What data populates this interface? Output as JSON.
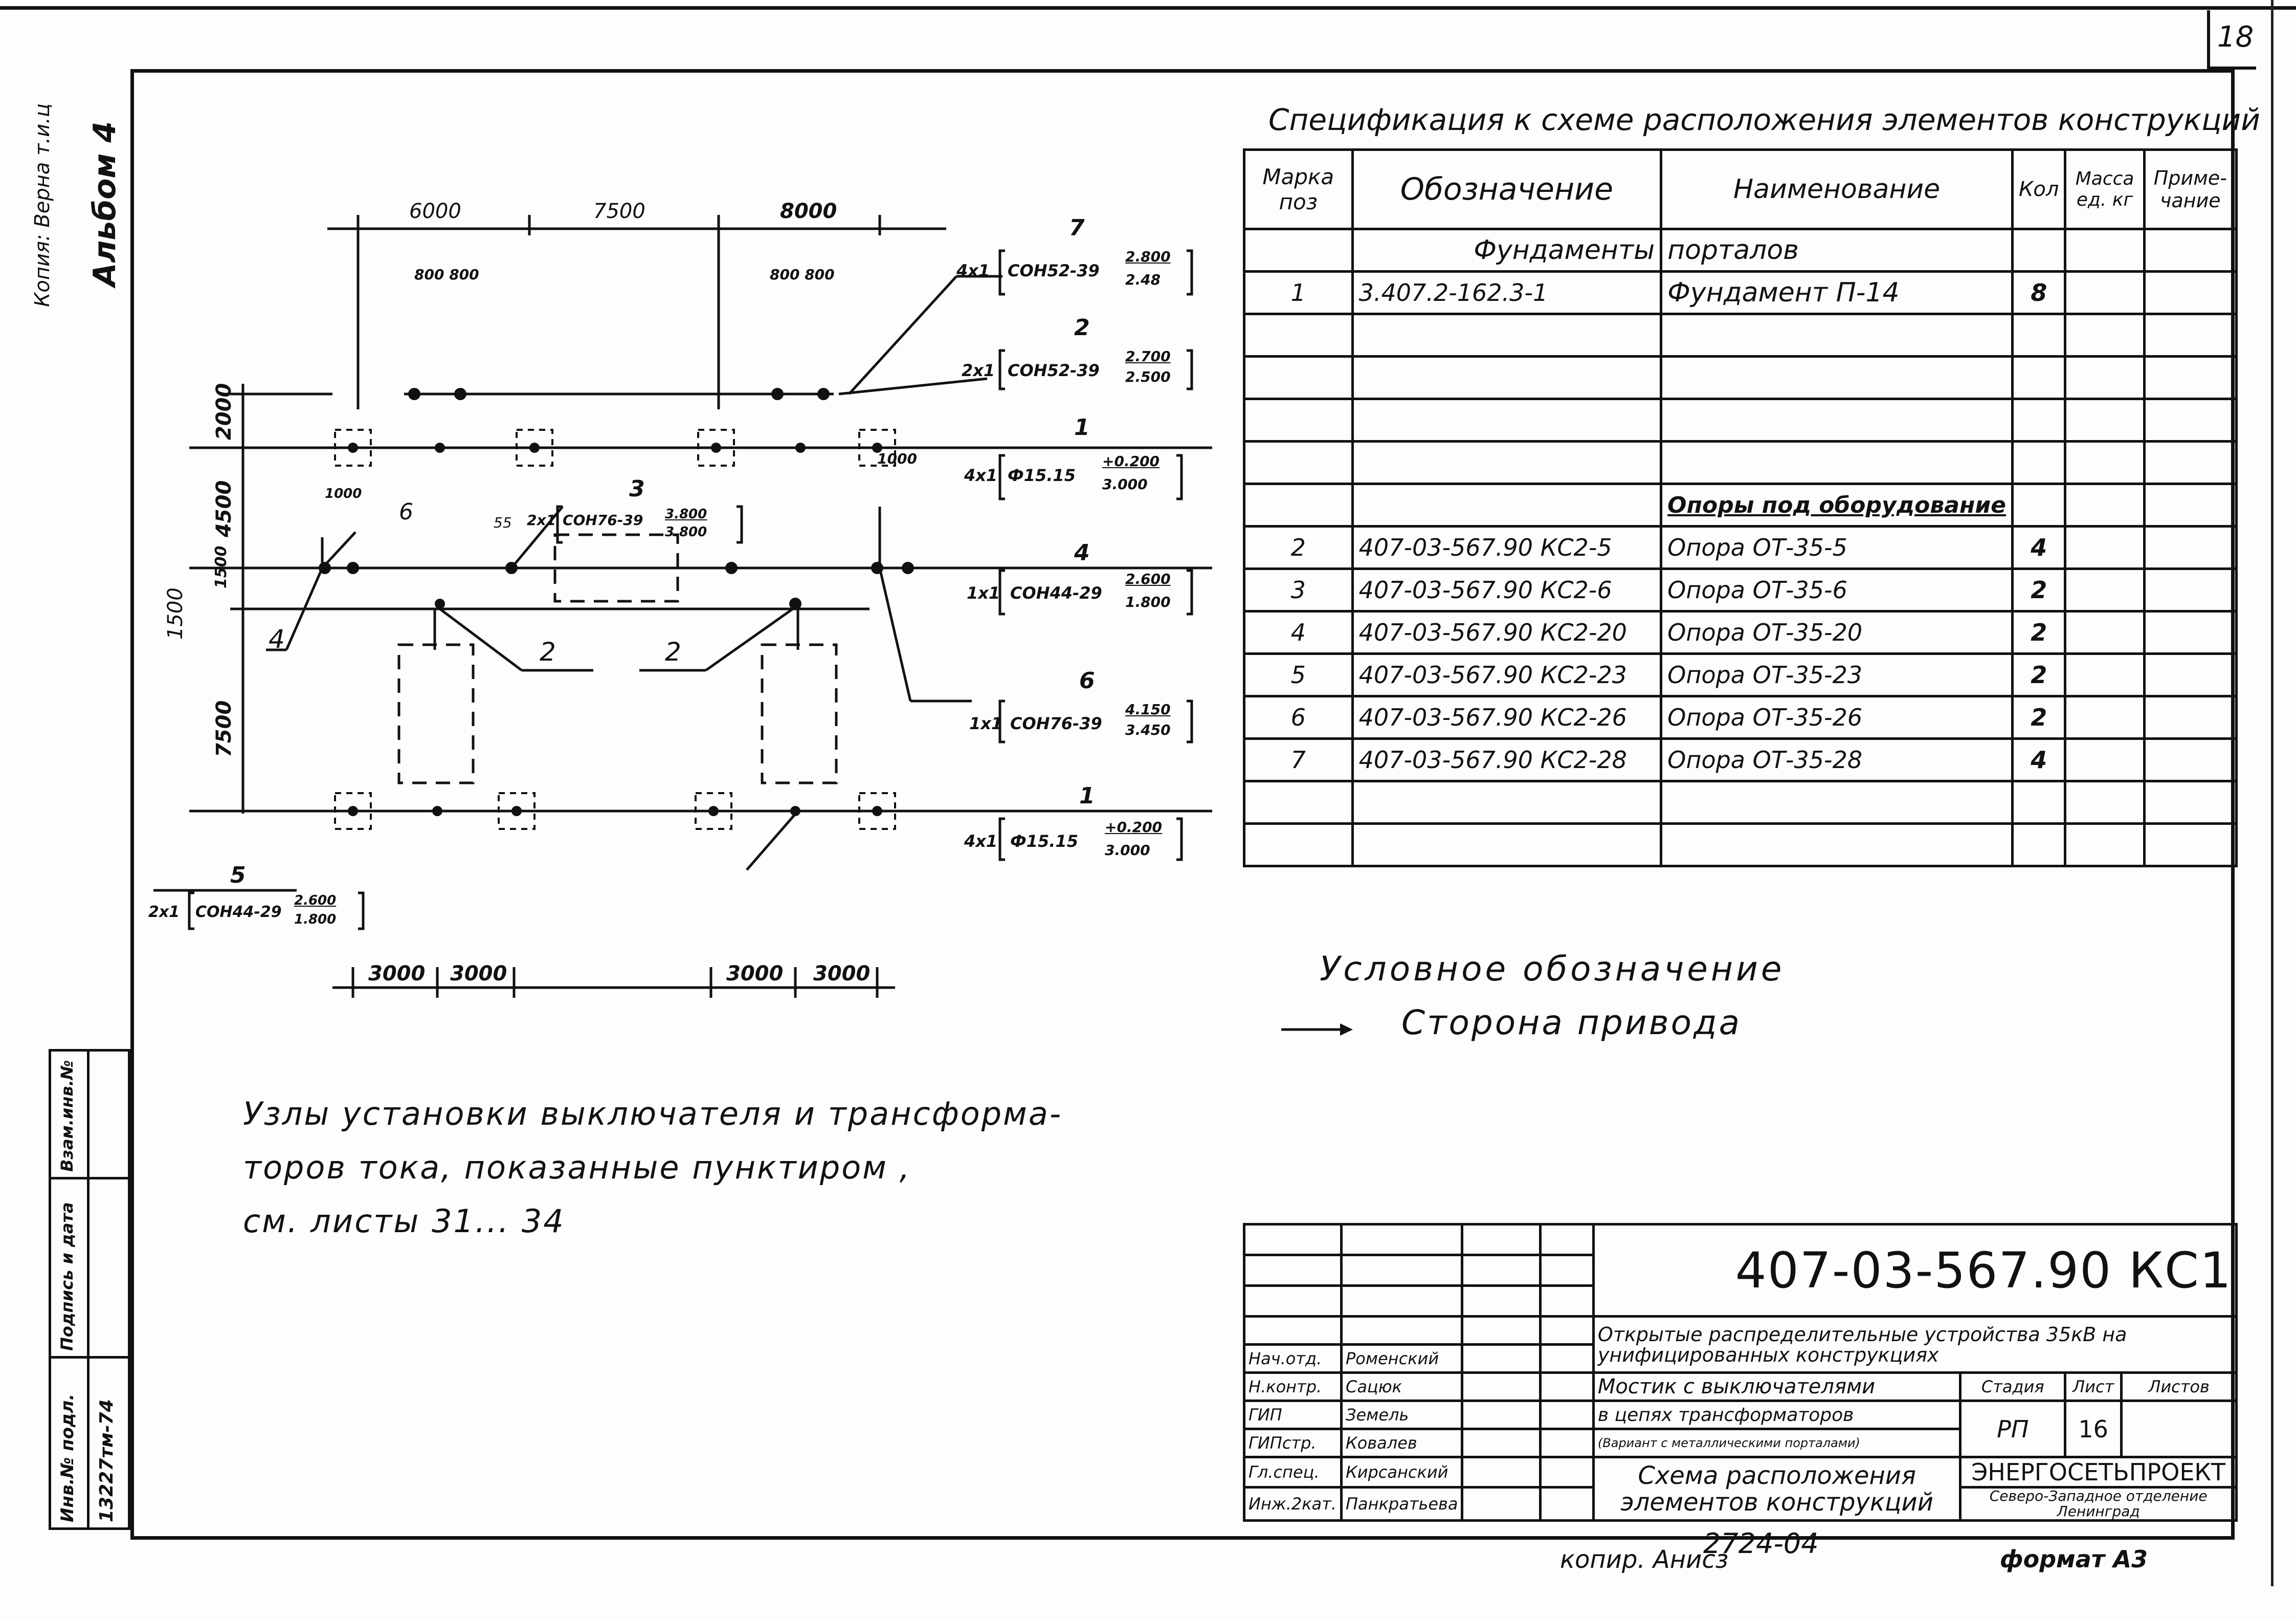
{
  "sheet_number": "18",
  "margin": {
    "album": "Альбом 4",
    "copy_note": "Копия: Верна т.и.ц",
    "inv_podl_label": "Инв.№ подл.",
    "inv_podl_value": "13227тм-74",
    "podpis_label": "Подпись и дата",
    "vzam_label": "Взам.инв.№"
  },
  "spec": {
    "title": "Спецификация к схеме расположения элементов конструкций",
    "headers": {
      "marka": "Марка поз",
      "oboznachenie": "Обозначение",
      "naimenovanie": "Наименование",
      "kol": "Кол",
      "massa": "Масса ед. кг",
      "primechanie": "Приме-чание"
    },
    "section1_a": "Фундаменты",
    "section1_b": "порталов",
    "rows": [
      {
        "mark": "1",
        "designation": "3.407.2-162.3-1",
        "name": "Фундамент П-14",
        "qty": "8"
      },
      {
        "mark": "2",
        "designation": "407-03-567.90 КС2-5",
        "name": "Опора ОТ-35-5",
        "qty": "4"
      },
      {
        "mark": "3",
        "designation": "407-03-567.90 КС2-6",
        "name": "Опора ОТ-35-6",
        "qty": "2"
      },
      {
        "mark": "4",
        "designation": "407-03-567.90 КС2-20",
        "name": "Опора ОТ-35-20",
        "qty": "2"
      },
      {
        "mark": "5",
        "designation": "407-03-567.90 КС2-23",
        "name": "Опора ОТ-35-23",
        "qty": "2"
      },
      {
        "mark": "6",
        "designation": "407-03-567.90 КС2-26",
        "name": "Опора ОТ-35-26",
        "qty": "2"
      },
      {
        "mark": "7",
        "designation": "407-03-567.90 КС2-28",
        "name": "Опора ОТ-35-28",
        "qty": "4"
      }
    ],
    "section2": "Опоры под оборудование"
  },
  "legend": {
    "title": "Условное обозначение",
    "arrow_text": "Сторона привода"
  },
  "note": {
    "line1": "Узлы установки выключателя и трансформа-",
    "line2": "торов тока, показанные пунктиром ,",
    "line3": "см. листы 31... 34"
  },
  "drawing": {
    "dims_top": [
      "6000",
      "7500",
      "8000"
    ],
    "dims_sub_left": "800 800",
    "dims_sub_right": "800 800",
    "dims_left": [
      "2000",
      "4500",
      "1500",
      "7500"
    ],
    "dim_1500": "1500",
    "dims_bottom": [
      "3000",
      "3000",
      "3000",
      "3000"
    ],
    "dim_1000_left": "1000",
    "dim_1000_right": "1000",
    "dim_55": "55",
    "callouts": [
      {
        "mark": "7",
        "qty": "4х1",
        "code": "СОН52-39",
        "top": "2.800",
        "bottom": "2.48"
      },
      {
        "mark": "2",
        "qty": "2х1",
        "code": "СОН52-39",
        "top": "2.700",
        "bottom": "2.500"
      },
      {
        "mark": "1",
        "qty": "4х1",
        "code": "Ф15.15",
        "top": "+0.200",
        "bottom": "3.000"
      },
      {
        "mark": "4",
        "qty": "1х1",
        "code": "СОН44-29",
        "top": "2.600",
        "bottom": "1.800"
      },
      {
        "mark": "6",
        "qty": "1х1",
        "code": "СОН76-39",
        "top": "4.150",
        "bottom": "3.450"
      },
      {
        "mark": "1",
        "qty": "4х1",
        "code": "Ф15.15",
        "top": "+0.200",
        "bottom": "3.000"
      },
      {
        "mark": "5",
        "qty": "2х1",
        "code": "СОН44-29",
        "top": "2.600",
        "bottom": "1.800"
      },
      {
        "mark": "3",
        "qty": "2х1",
        "code": "СОН76-39",
        "top": "3.800",
        "bottom": "3.800"
      }
    ],
    "leader_marks": {
      "m4": "4",
      "m6": "6",
      "m2a": "2",
      "m2b": "2"
    }
  },
  "title_block": {
    "doc_code": "407-03-567.90 КС1",
    "project": "Открытые распределительные устройства 35кВ на унифицированных конструкциях",
    "object_line1": "Мостик с выключателями",
    "object_line2": "в цепях трансформаторов",
    "object_line3": "(Вариант с металлическими порталами)",
    "sheet_title": "Схема расположения элементов конструкций",
    "stage_label": "Стадия",
    "list_label": "Лист",
    "listov_label": "Листов",
    "stage": "РП",
    "list": "16",
    "org_line1": "ЭНЕРГОСЕТЬПРОЕКТ",
    "org_line2": "Северо-Западное отделение",
    "org_line3": "Ленинград",
    "people": [
      {
        "role": "Нач.отд.",
        "name": "Роменский"
      },
      {
        "role": "Н.контр.",
        "name": "Сацюк"
      },
      {
        "role": "ГИП",
        "name": "Земель"
      },
      {
        "role": "ГИПстр.",
        "name": "Ковалев"
      },
      {
        "role": "Гл.спец.",
        "name": "Кирсанский"
      },
      {
        "role": "Инж.2кат.",
        "name": "Панкратьева"
      }
    ]
  },
  "footer": {
    "copy": "копир. Анисз",
    "number": "2724-04",
    "format": "формат А3"
  }
}
